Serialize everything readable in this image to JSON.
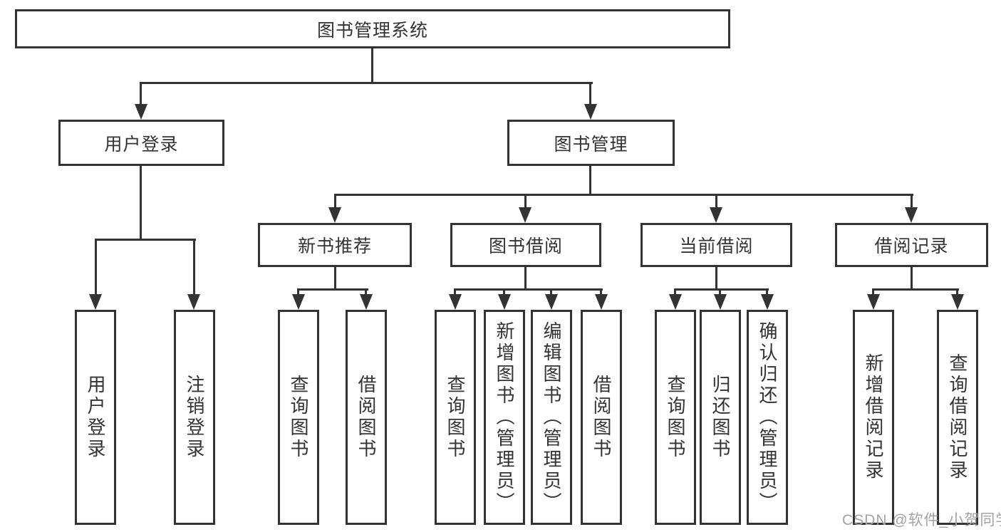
{
  "diagram": {
    "root": "图书管理系统",
    "user_login": {
      "label": "用户登录",
      "children": [
        "用户登录",
        "注销登录"
      ]
    },
    "book_management": {
      "label": "图书管理",
      "sections": [
        {
          "label": "新书推荐",
          "children": [
            "查询图书",
            "借阅图书"
          ]
        },
        {
          "label": "图书借阅",
          "children": [
            "查询图书",
            "新增图书（管理员）",
            "编辑图书（管理员）",
            "借阅图书"
          ]
        },
        {
          "label": "当前借阅",
          "children": [
            "查询图书",
            "归还图书",
            "确认归还（管理员）"
          ]
        },
        {
          "label": "借阅记录",
          "children": [
            "新增借阅记录",
            "查询借阅记录"
          ]
        }
      ]
    }
  },
  "watermark": "CSDN @软件_小贺同学",
  "colors": {
    "line": "#333333",
    "text": "#333333",
    "box_background": "#ffffff",
    "watermark": "#a3a3a3"
  }
}
